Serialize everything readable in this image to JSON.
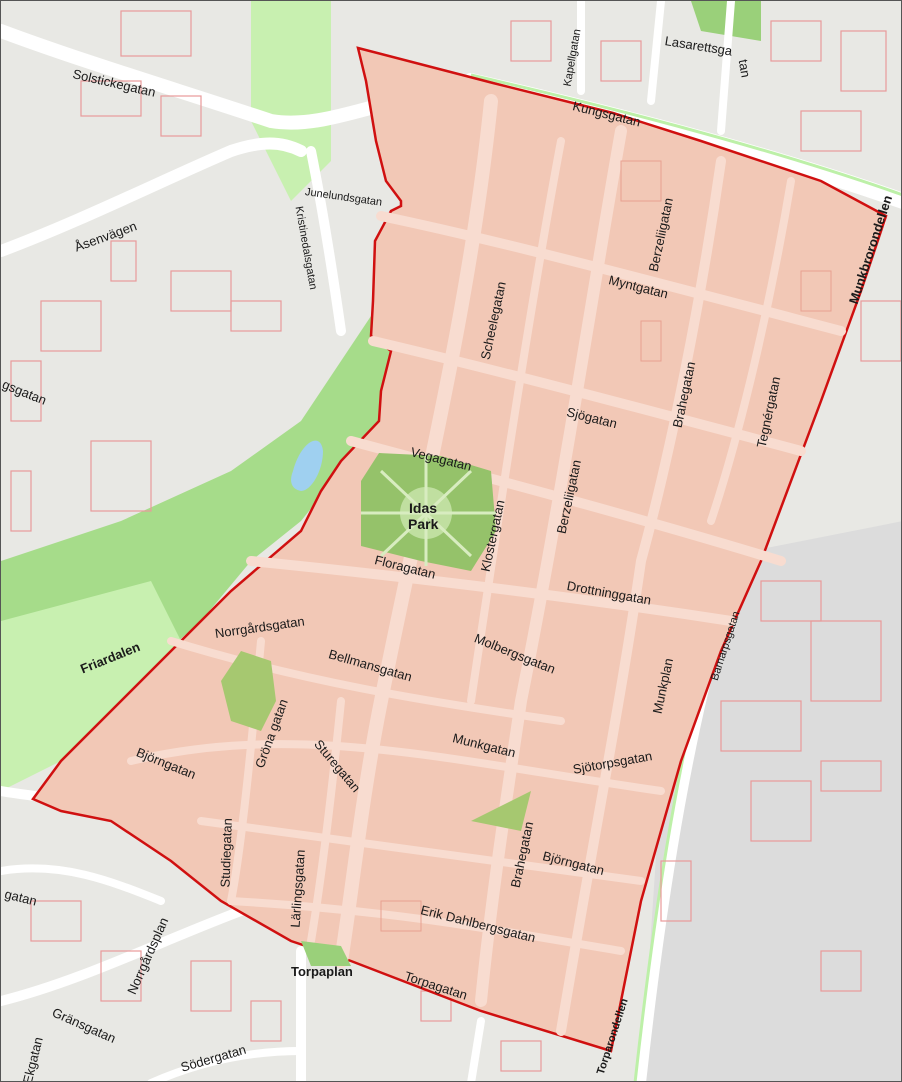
{
  "map": {
    "colors": {
      "background": "#e8e8e4",
      "urban": "#ecece8",
      "park": "#a6dc8a",
      "park_dark": "#95c26a",
      "boundary_fill": "#f2c8b6",
      "boundary_stroke": "#d01010",
      "street_inside": "#f8dcd0",
      "road": "#ffffff",
      "road_edge": "#bdf0a8",
      "building_outline": "#e89a9a",
      "water": "#9fd0f0",
      "industrial": "#d9d9d9"
    },
    "labels": {
      "solstickegatan": "Solstickegatan",
      "kapellgatan": "Kapellgatan",
      "lasarettsgatan_a": "Lasarettsga",
      "lasarettsgatan_b": "tan",
      "kungsgatan": "Kungsgatan",
      "junelundsgatan": "Junelundsgatan",
      "kristinedalsgatan": "Kristinedalsgatan",
      "asenvagen": "Åsenvägen",
      "berzeliigatan_n": "Berzeliigatan",
      "munkbrorondellen": "Munkbrorondellen",
      "myntgatan": "Myntgatan",
      "scheelegatan": "Scheelegatan",
      "brahegatan_n": "Brahegatan",
      "tegnergatan": "Tegnérgatan",
      "sjogatan": "Sjögatan",
      "gsgatan_partial": "gsgatan",
      "vegagatan": "Vegagatan",
      "ide_park_1": "Idas",
      "ide_park_2": "Park",
      "klostergatan": "Klostergatan",
      "berzeliigatan_s": "Berzeliigatan",
      "floragatan": "Floragatan",
      "drottninggatan": "Drottninggatan",
      "barnarpsgatan": "Barnarpsgatan",
      "friardalen": "Friardalen",
      "norrgardsgatan": "Norrgårdsgatan",
      "molbergsgatan": "Molbergsgatan",
      "bellmansgatan": "Bellmansgatan",
      "munkplan": "Munkplan",
      "gronagatan": "Gröna gatan",
      "sturegatan": "Sturegatan",
      "bjorngatan_w": "Björngatan",
      "munkgatan": "Munkgatan",
      "sjotorpsgatan": "Sjötorpsgatan",
      "studiegatan": "Studiegatan",
      "larlingsgatan": "Lärlingsgatan",
      "brahegatan_s": "Brahegatan",
      "bjorngatan_e": "Björngatan",
      "gatan_partial": "gatan",
      "erikdahlbergsgatan": "Erik Dahlbergsgatan",
      "norrgardsplan": "Norrgårdsplan",
      "torpaplan": "Torpaplan",
      "torpagatan": "Torpagatan",
      "gransgatan": "Gränsgatan",
      "torparondellen": "Torparondellen",
      "ekgatan": "Ekgatan",
      "sodergatan": "Södergatan"
    }
  }
}
